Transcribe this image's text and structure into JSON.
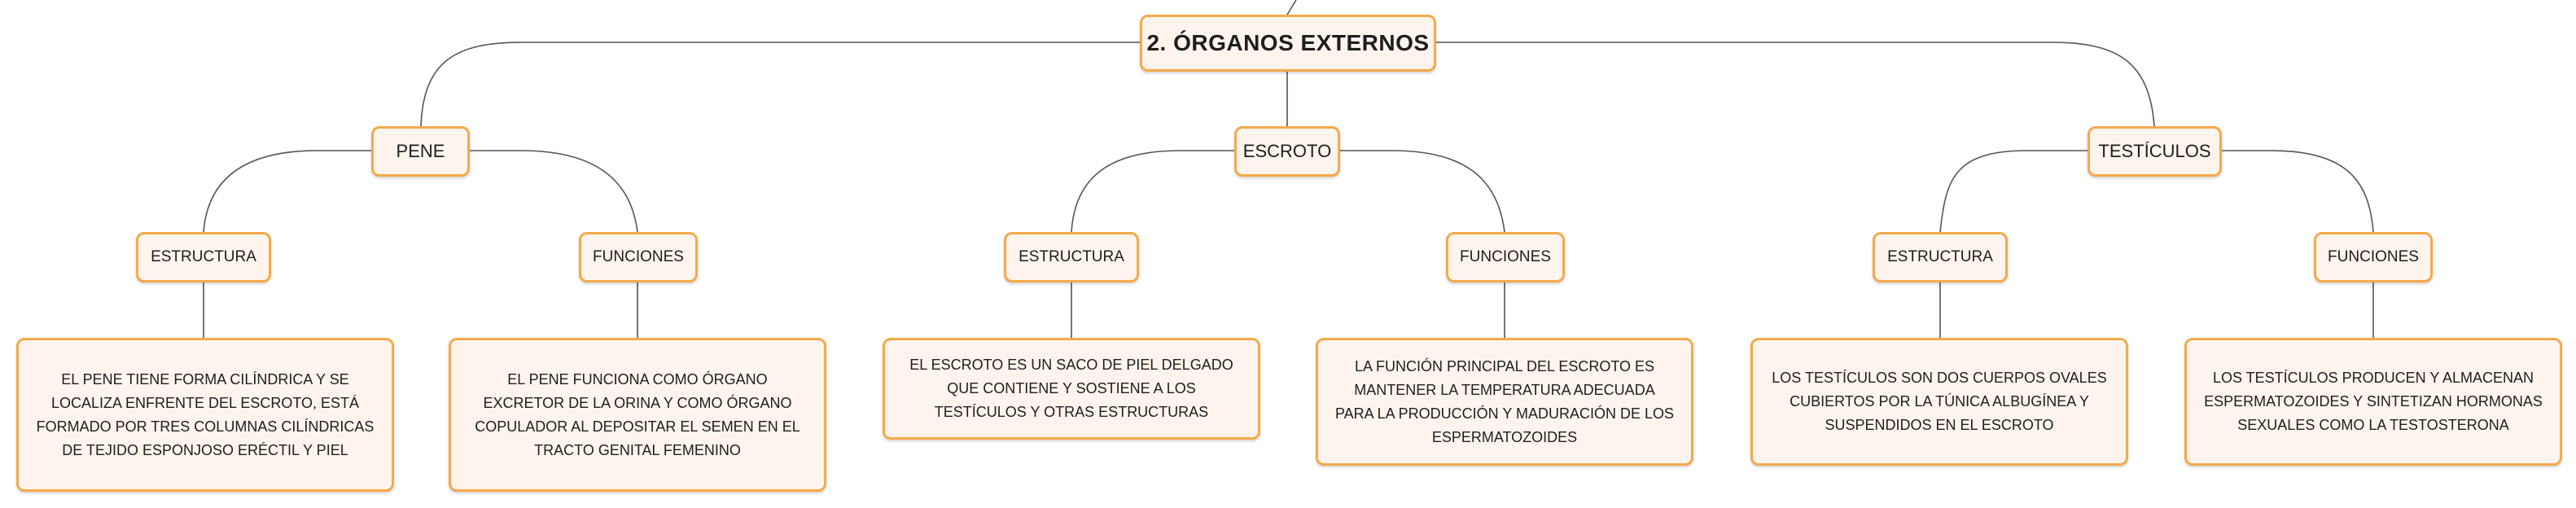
{
  "map": {
    "root": {
      "label": "2. ÓRGANOS EXTERNOS"
    },
    "branches": [
      {
        "label": "PENE",
        "children": [
          {
            "label": "ESTRUCTURA",
            "detail": "EL PENE TIENE FORMA CILÍNDRICA Y SE LOCALIZA ENFRENTE DEL ESCROTO, ESTÁ FORMADO POR TRES COLUMNAS CILÍNDRICAS DE TEJIDO ESPONJOSO ERÉCTIL Y PIEL"
          },
          {
            "label": "FUNCIONES",
            "detail": "EL PENE FUNCIONA COMO ÓRGANO EXCRETOR DE LA ORINA Y COMO ÓRGANO COPULADOR AL DEPOSITAR EL SEMEN EN EL TRACTO GENITAL FEMENINO"
          }
        ]
      },
      {
        "label": "ESCROTO",
        "children": [
          {
            "label": "ESTRUCTURA",
            "detail": "EL ESCROTO ES UN SACO DE PIEL DELGADO QUE CONTIENE Y SOSTIENE A LOS TESTÍCULOS Y OTRAS ESTRUCTURAS"
          },
          {
            "label": "FUNCIONES",
            "detail": "LA FUNCIÓN PRINCIPAL DEL ESCROTO ES MANTENER LA TEMPERATURA ADECUADA PARA LA PRODUCCIÓN Y MADURACIÓN DE LOS ESPERMATOZOIDES"
          }
        ]
      },
      {
        "label": "TESTÍCULOS",
        "children": [
          {
            "label": "ESTRUCTURA",
            "detail": "LOS TESTÍCULOS SON DOS CUERPOS OVALES CUBIERTOS POR LA TÚNICA ALBUGÍNEA Y SUSPENDIDOS EN EL ESCROTO"
          },
          {
            "label": "FUNCIONES",
            "detail": "LOS TESTÍCULOS PRODUCEN Y ALMACENAN ESPERMATOZOIDES Y SINTETIZAN HORMONAS SEXUALES COMO LA TESTOSTERONA"
          }
        ]
      }
    ]
  },
  "colors": {
    "node_border": "#f5a94b",
    "node_fill": "#fdf5ed",
    "connector": "#555555"
  }
}
